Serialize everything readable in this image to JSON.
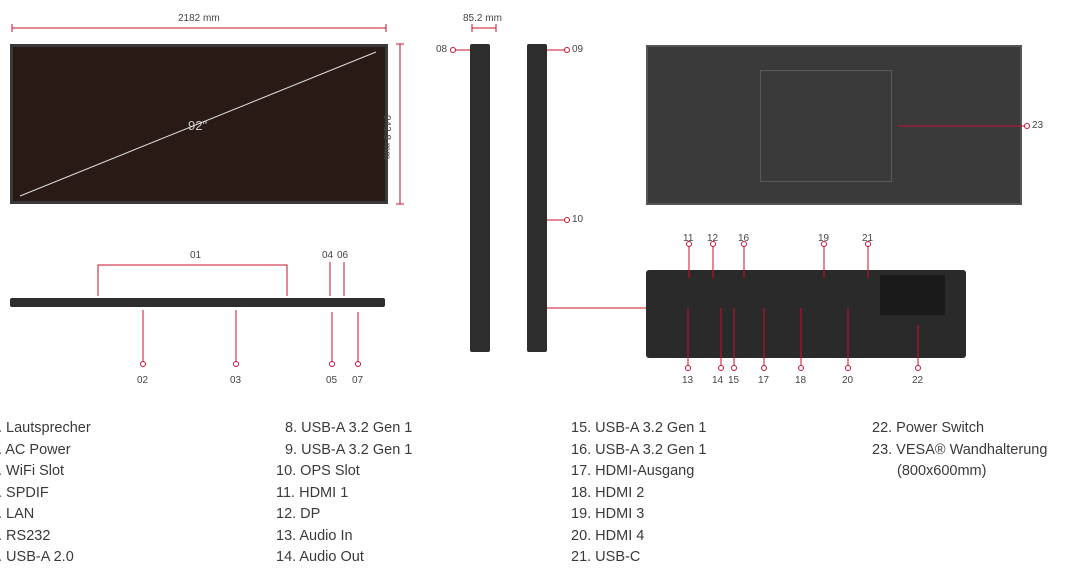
{
  "dimensions": {
    "width": "2182 mm",
    "height": "943.8 mm",
    "depth": "85.2 mm",
    "diagonal": "92\""
  },
  "callouts": {
    "c01": "01",
    "c02": "02",
    "c03": "03",
    "c04": "04",
    "c05": "05",
    "c06": "06",
    "c07": "07",
    "c08": "08",
    "c09": "09",
    "c10": "10",
    "c11": "11",
    "c12": "12",
    "c13": "13",
    "c14": "14",
    "c15": "15",
    "c16": "16",
    "c17": "17",
    "c18": "18",
    "c19": "19",
    "c20": "20",
    "c21": "21",
    "c22": "22",
    "c23": "23"
  },
  "legend": {
    "col1": [
      ". Lautsprecher",
      ". AC Power",
      ". WiFi Slot",
      ". SPDIF",
      ". LAN",
      ". RS232",
      ". USB-A 2.0"
    ],
    "col2": [
      "8. USB-A 3.2 Gen 1",
      "9. USB-A 3.2 Gen 1",
      "10. OPS Slot",
      "11. HDMI 1",
      "12. DP",
      "13. Audio In",
      "14. Audio Out"
    ],
    "col3": [
      "15. USB-A 3.2 Gen 1",
      "16. USB-A 3.2 Gen 1",
      "17. HDMI-Ausgang",
      "18. HDMI 2",
      "19. HDMI 3",
      "20. HDMI 4",
      "21. USB-C"
    ],
    "col4": [
      "22. Power Switch",
      "23. VESA® Wandhalterung",
      "(800x600mm)"
    ]
  },
  "colors": {
    "accent": "#c8102e",
    "panel": "#2d2d2d",
    "screen": "#2a1a16"
  }
}
